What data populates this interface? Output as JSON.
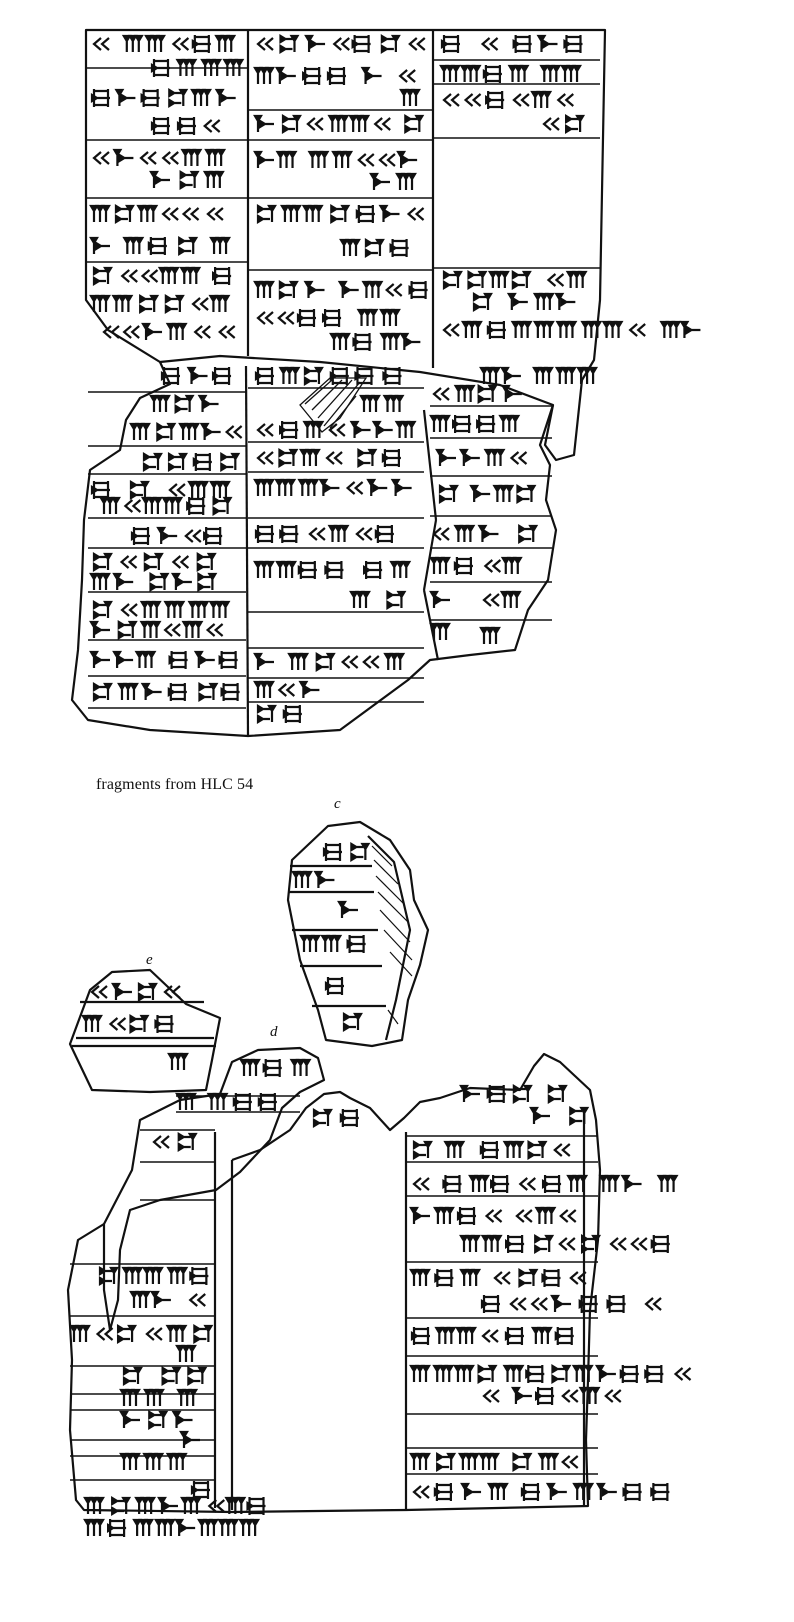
{
  "caption": "fragments from HLC 54",
  "fragment_labels": {
    "c": "c",
    "e": "e",
    "d": "d"
  },
  "colors": {
    "ink": "#111111",
    "paper": "#ffffff"
  }
}
